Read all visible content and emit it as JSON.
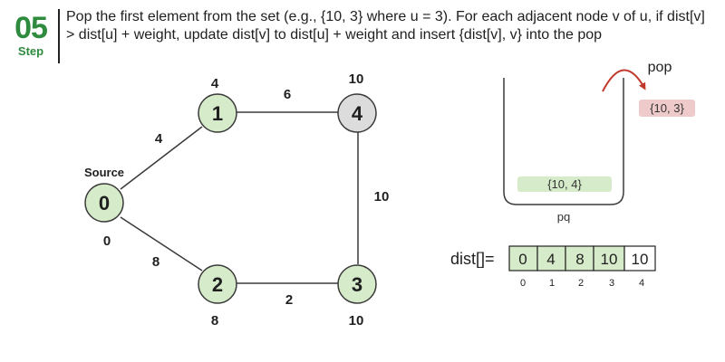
{
  "step": {
    "number": "05",
    "word": "Step"
  },
  "description": "Pop the first element from the set (e.g., {10, 3} where u = 3). For each adjacent node v of u, if dist[v] > dist[u] + weight, update dist[v] to dist[u] + weight and insert {dist[v], v} into the pop",
  "graph": {
    "source_label": "Source",
    "nodes": [
      {
        "id": "0",
        "dist": "0",
        "state": "done"
      },
      {
        "id": "1",
        "dist": "4",
        "state": "done"
      },
      {
        "id": "2",
        "dist": "8",
        "state": "done"
      },
      {
        "id": "3",
        "dist": "10",
        "state": "done"
      },
      {
        "id": "4",
        "dist": "10",
        "state": "pending"
      }
    ],
    "edges": [
      {
        "from": "0",
        "to": "1",
        "weight": "4"
      },
      {
        "from": "0",
        "to": "2",
        "weight": "8"
      },
      {
        "from": "1",
        "to": "4",
        "weight": "6"
      },
      {
        "from": "2",
        "to": "3",
        "weight": "2"
      },
      {
        "from": "3",
        "to": "4",
        "weight": "10"
      }
    ]
  },
  "pq": {
    "label": "pq",
    "items": [
      "{10, 4}"
    ],
    "pop_label": "pop",
    "popped": "{10, 3}"
  },
  "dist_array": {
    "label": "dist[]=",
    "values": [
      "0",
      "4",
      "8",
      "10",
      "10"
    ],
    "indices": [
      "0",
      "1",
      "2",
      "3",
      "4"
    ],
    "finalized": [
      true,
      true,
      true,
      true,
      false
    ]
  },
  "colors": {
    "brand_green": "#2e8b3e",
    "done_fill": "#d5ebc9",
    "pending_fill": "#dcdcdc",
    "pq_item_fill": "#d5ebc9",
    "popped_fill": "#efcaca",
    "arrow": "#c0392b"
  }
}
